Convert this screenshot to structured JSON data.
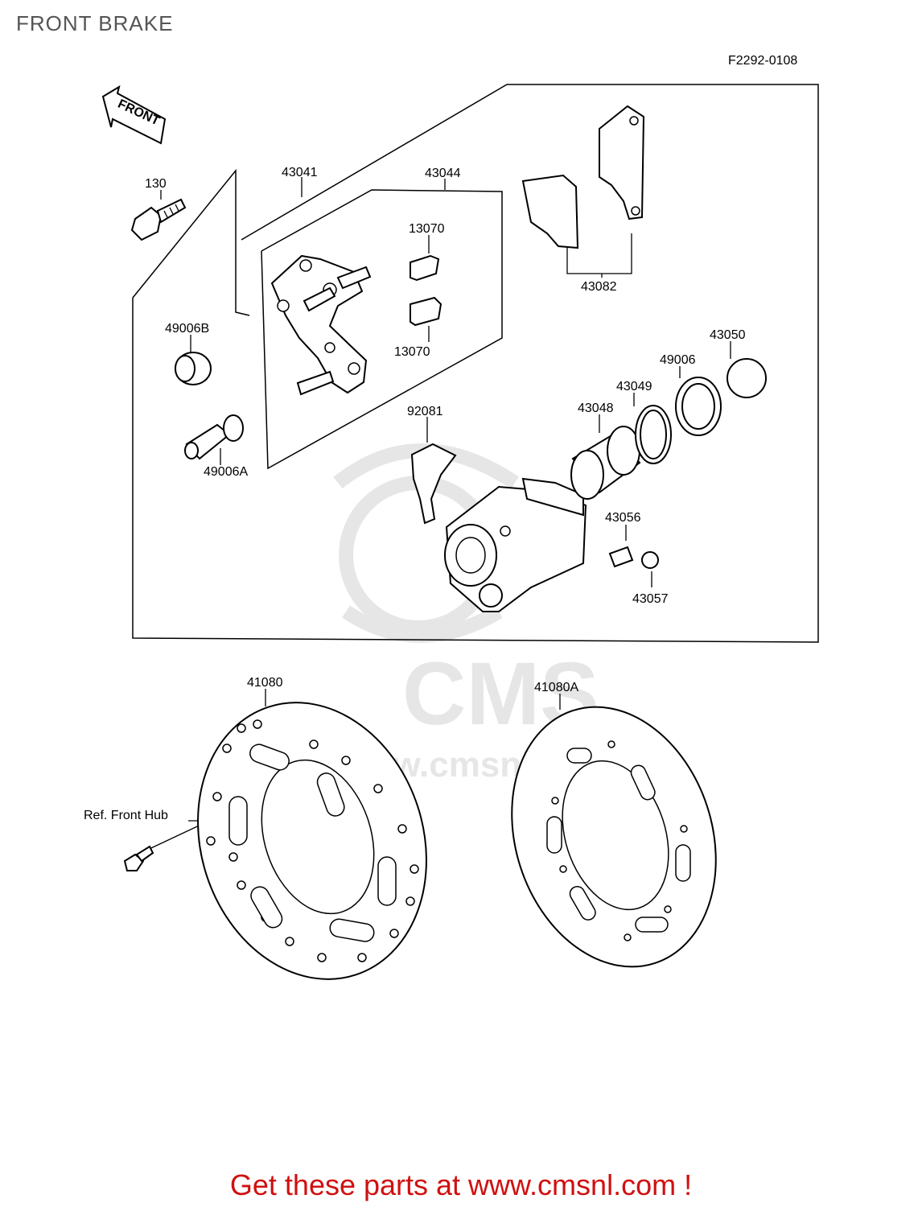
{
  "title": "FRONT BRAKE",
  "diagram_code": "F2292-0108",
  "front_marker": "FRONT",
  "watermark": "CMS",
  "watermark_url": "www.cmsnl.com",
  "labels": {
    "p130": "130",
    "p43041": "43041",
    "p43044": "43044",
    "p13070a": "13070",
    "p13070b": "13070",
    "p43082": "43082",
    "p49006B": "49006B",
    "p49006A": "49006A",
    "p92081": "92081",
    "p43050": "43050",
    "p49006": "49006",
    "p43049": "43049",
    "p43048": "43048",
    "p43056": "43056",
    "p43057": "43057",
    "p41080": "41080",
    "p41080A": "41080A",
    "ref_front_hub": "Ref. Front Hub"
  },
  "footer": "Get these parts at www.cmsnl.com !",
  "colors": {
    "footer": "#d01010",
    "title": "#555555",
    "watermark": "#e6e6e6"
  }
}
